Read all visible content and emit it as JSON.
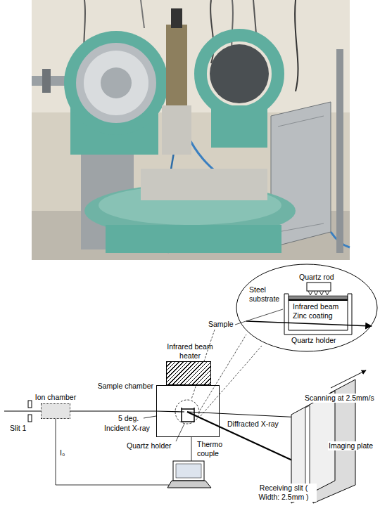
{
  "diagram": {
    "nodes": [
      {
        "text": [
          "Ion chamber"
        ]
      },
      {
        "text": [
          "Infrared beam heater"
        ]
      },
      {
        "text": [
          "Sample chamber"
        ]
      }
    ],
    "edges": [
      {
        "from": 0,
        "to": 2,
        "arrow": "none"
      }
    ],
    "labels": [
      "Quartz rod",
      "Steel substrate",
      "Infrared beam",
      "Zinc coating",
      "Sample",
      "Quartz holder",
      "Scanning at 2.5mm/s",
      "5 deg.",
      "Incident X-ray",
      "Slit 1",
      "Diffracted X-ray",
      "Quartz holder",
      "Thermo couple",
      "I₀",
      "Imaging plate",
      "Receiving slit ( Width: 2.5mm )"
    ]
  }
}
